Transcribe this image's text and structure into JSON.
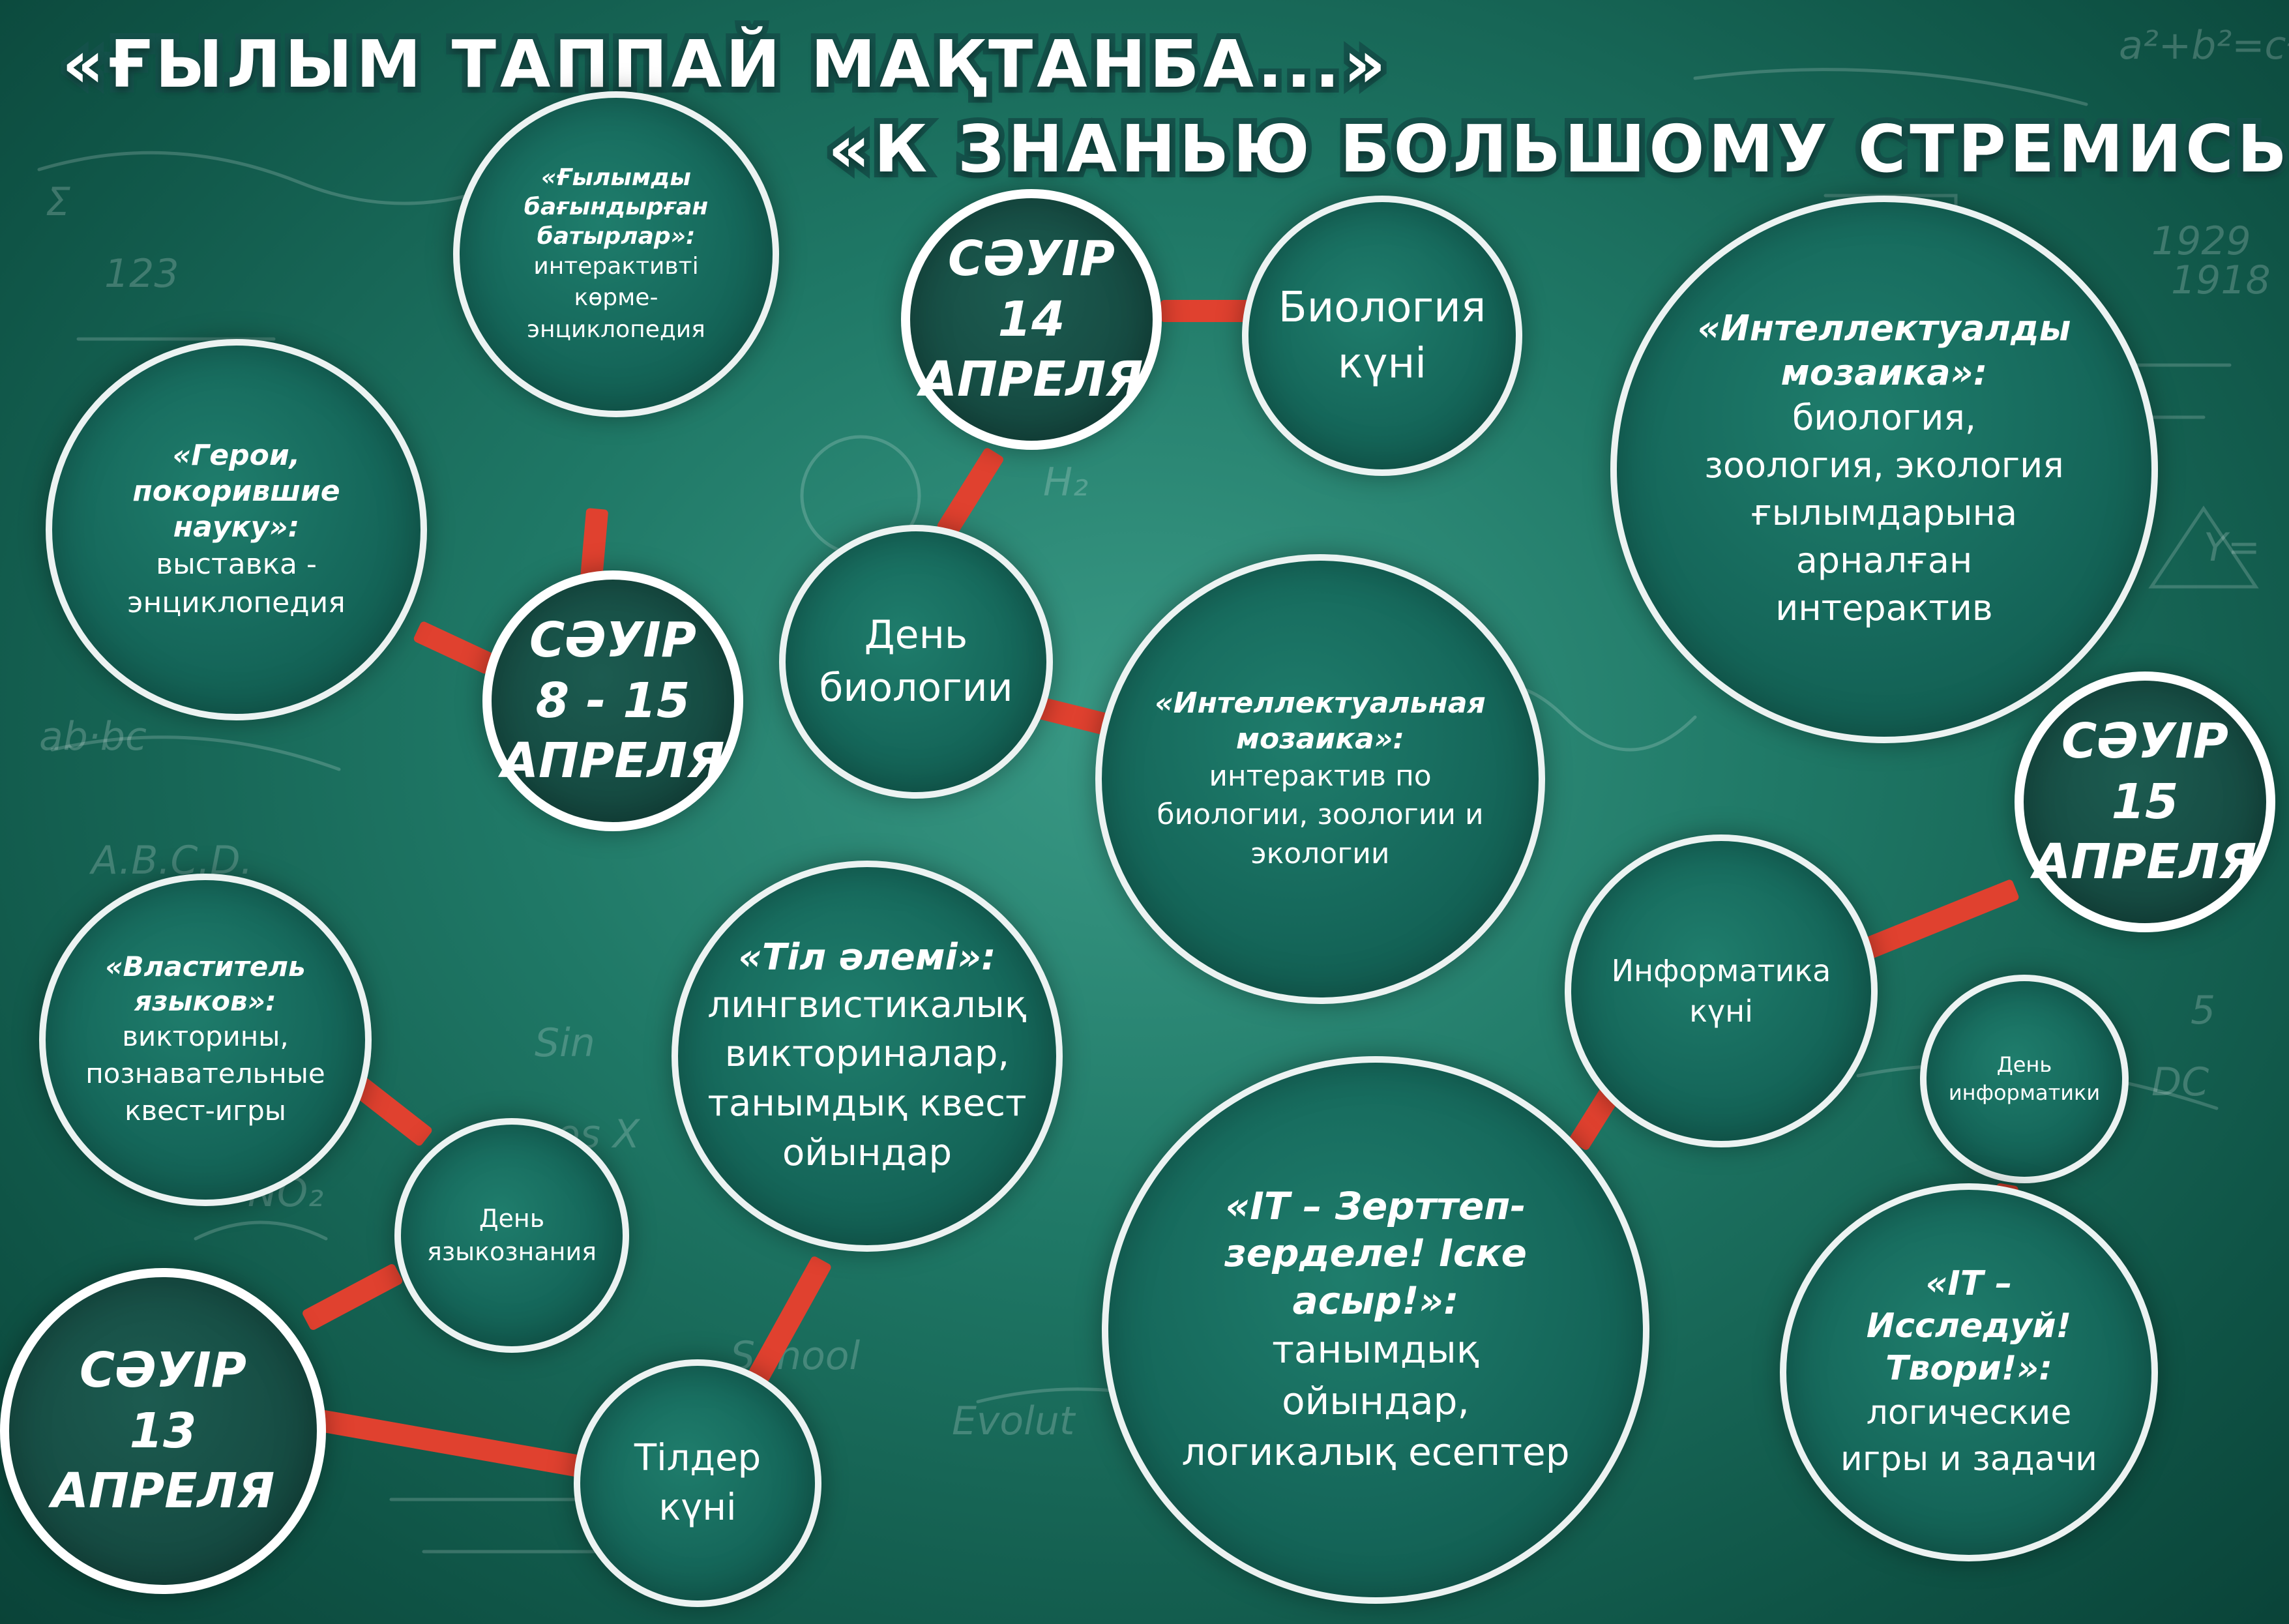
{
  "headlines": {
    "kz": "«ҒЫЛЫМ ТАППАЙ МАҚТАНБА...»",
    "ru": "«К ЗНАНЬЮ БОЛЬШОМУ СТРЕМИСЬ...»"
  },
  "colors": {
    "background": "#1f7866",
    "circle": "#15675a",
    "date_circle": "#164c43",
    "connector": "#e0412f",
    "outline": "#ffffff"
  },
  "dates": {
    "main": {
      "kz": "СӘУІР",
      "range": "8 - 15",
      "ru": "АПРЕЛЯ"
    },
    "d13": {
      "kz": "СӘУІР",
      "day": "13",
      "ru": "АПРЕЛЯ"
    },
    "d14": {
      "kz": "СӘУІР",
      "day": "14",
      "ru": "АПРЕЛЯ"
    },
    "d15": {
      "kz": "СӘУІР",
      "day": "15",
      "ru": "АПРЕЛЯ"
    }
  },
  "events": {
    "heroes_kz": {
      "title": "«Ғылымды бағындырған батырлар»:",
      "desc": "интерактивті көрме-энциклопедия"
    },
    "heroes_ru": {
      "title": "«Герои, покорившие науку»:",
      "desc": "выставка - энциклопедия"
    },
    "bio_day_kz": {
      "label": "Биология күні"
    },
    "bio_day_ru": {
      "label": "День биологии"
    },
    "mosaic_kz": {
      "title": "«Интеллектуалды мозаика»:",
      "desc": "биология, зоология, экология ғылымдарына арналған интерактив"
    },
    "mosaic_ru": {
      "title": "«Интеллектуальная мозаика»:",
      "desc": "интерактив по биологии, зоологии и экологии"
    },
    "lang_ru": {
      "title": "«Властитель языков»:",
      "desc": "викторины, познавательные квест-игры"
    },
    "lang_day_ru": {
      "label": "День языкознания"
    },
    "til_alemi": {
      "title": "«Тіл әлемі»:",
      "desc": "лингвистикалық викториналар, танымдық квест ойындар"
    },
    "til_day_kz": {
      "label": "Тілдер күні"
    },
    "it_day_kz": {
      "label": "Информатика күні"
    },
    "it_day_ru": {
      "label": "День информатики"
    },
    "it_kz": {
      "title": "«IT – Зерттеп-зерделе! Іске асыр!»:",
      "desc": "танымдық ойындар, логикалық есептер"
    },
    "it_ru": {
      "title": "«IT – Исследуй! Твори!»:",
      "desc": "логические игры и задачи"
    }
  }
}
